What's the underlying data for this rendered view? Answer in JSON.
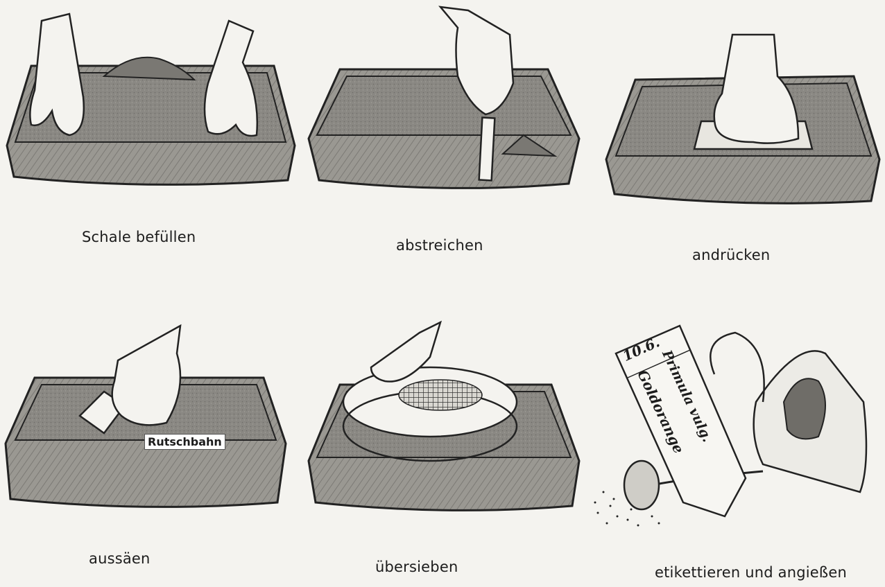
{
  "steps": [
    {
      "caption": "Schale befüllen"
    },
    {
      "caption": "abstreichen"
    },
    {
      "caption": "andrücken"
    },
    {
      "caption": "aussäen",
      "tag": "Rutschbahn"
    },
    {
      "caption": "übersieben"
    },
    {
      "caption": "etikettieren und angießen",
      "label_date": "10.6.",
      "label_line1": "Primula vulg.",
      "label_line2": "Goldorange"
    }
  ]
}
